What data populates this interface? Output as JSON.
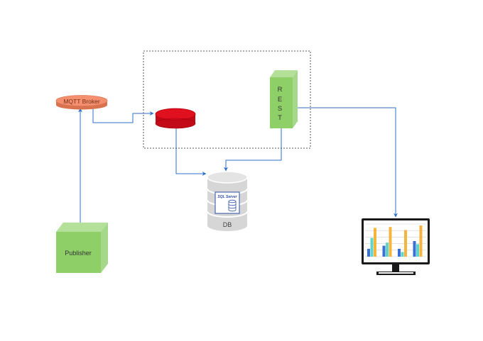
{
  "nodes": {
    "mqtt_broker": {
      "label": "MQTT Broker"
    },
    "subscriber": {
      "label": ""
    },
    "rest": {
      "label": "R\nE\nS\nT",
      "letters": [
        "R",
        "E",
        "S",
        "T"
      ]
    },
    "db": {
      "label": "DB",
      "badge": "SQL Server"
    },
    "publisher": {
      "label": "Publisher"
    },
    "dashboard": {
      "label": ""
    }
  },
  "colors": {
    "arrow": "#2f6fcf",
    "green_front": "#8ecf68",
    "green_top": "#b5e09a",
    "green_side": "#a5d88a",
    "broker_fill": "#f4906f",
    "subscriber_fill": "#d40c1c",
    "db_fill": "#d6d6d6",
    "boundary": "#555555"
  },
  "monitor_chart": {
    "bar_colors": [
      "#3a6fd8",
      "#5fd4c8",
      "#f5b53c"
    ],
    "groups": [
      [
        0.25,
        0.6,
        0.92
      ],
      [
        0.35,
        0.45,
        0.95
      ],
      [
        0.25,
        0.15,
        0.85
      ],
      [
        0.5,
        0.4,
        1.0
      ]
    ]
  }
}
